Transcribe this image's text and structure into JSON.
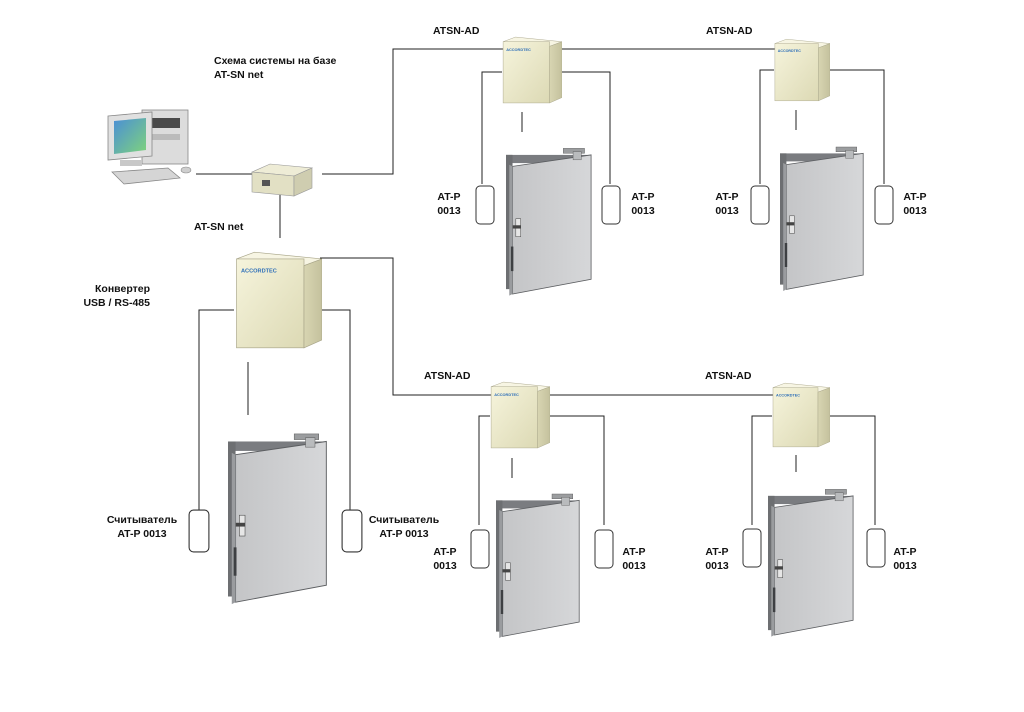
{
  "title": {
    "line1": "Схема системы на базе",
    "line2": "AT-SN net"
  },
  "network_label": "AT-SN net",
  "converter": {
    "line1": "Конвертер",
    "line2": "USB / RS-485"
  },
  "controller_label": "ATSN-AD",
  "controller_logo": "ACCORDTEC",
  "reader_full": {
    "line1": "Считыватель",
    "line2": "AT-P 0013"
  },
  "reader_short": {
    "line1": "AT-P",
    "line2": "0013"
  },
  "colors": {
    "wire": "#222222",
    "controller_body": "#ece9c8",
    "door_panel": "#cfd0d2",
    "door_frame": "#6d6f72",
    "reader": "#ffffff"
  },
  "icons": [
    "computer-icon",
    "network-hub-icon",
    "controller-icon",
    "door-icon",
    "card-reader-icon"
  ]
}
